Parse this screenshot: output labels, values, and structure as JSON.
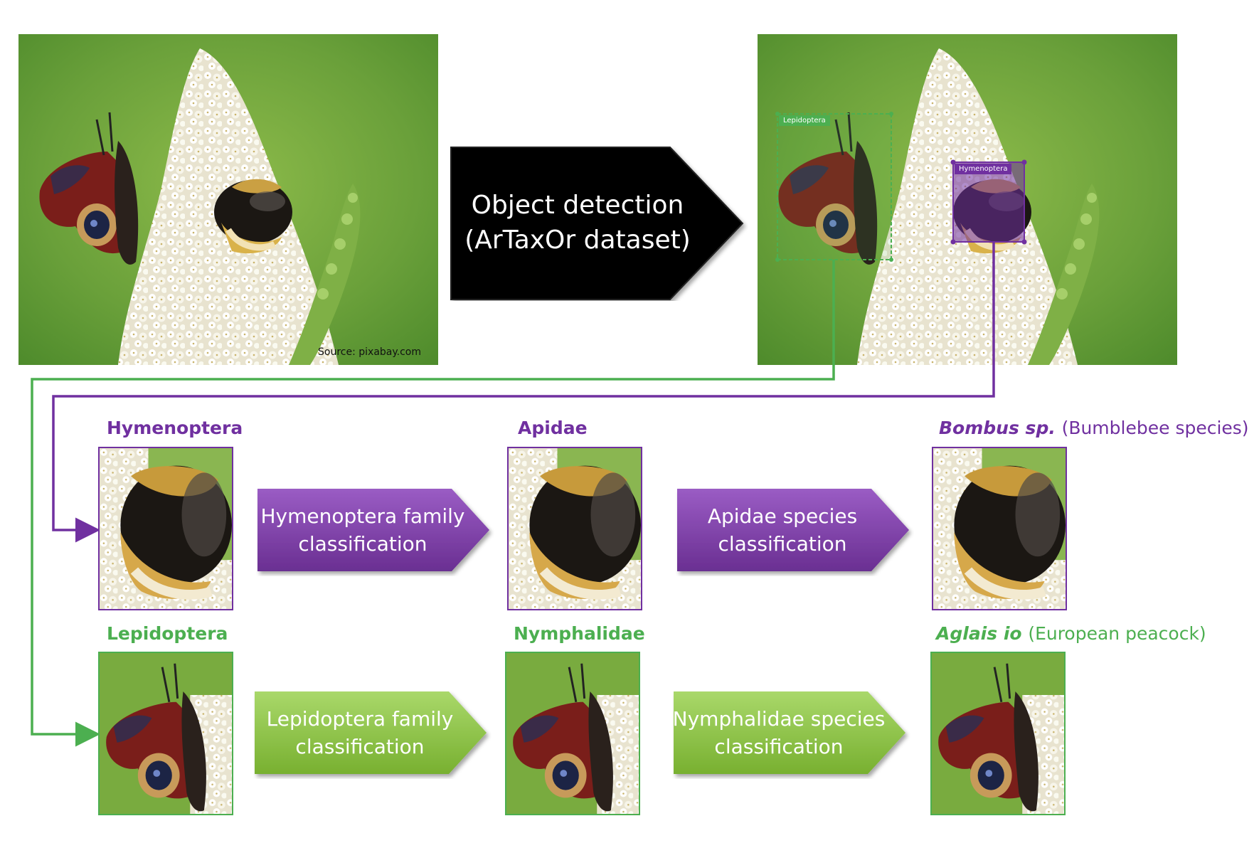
{
  "source_credit": "Source: pixabay.com",
  "detection_step": {
    "label": "Object detection\n(ArTaxOr dataset)"
  },
  "detections": [
    {
      "label": "Lepidoptera",
      "color": "#4caf50"
    },
    {
      "label": "Hymenoptera",
      "color": "#7030a0"
    }
  ],
  "colors": {
    "purple": "#7030a0",
    "green": "#4caf50",
    "purple_arrow": "#7b3fa0",
    "green_arrow": "#8dc63f"
  },
  "rows": [
    {
      "stages": [
        {
          "title": "Hymenoptera"
        },
        {
          "title": "Apidae"
        },
        {
          "title_italic": "Bombus sp.",
          "title_rest": "(Bumblebee species)"
        }
      ],
      "steps": [
        {
          "label": "Hymenoptera family\nclassification"
        },
        {
          "label": "Apidae species\nclassification"
        }
      ]
    },
    {
      "stages": [
        {
          "title": "Lepidoptera"
        },
        {
          "title": "Nymphalidae"
        },
        {
          "title_italic": "Aglais io",
          "title_rest": "(European peacock)"
        }
      ],
      "steps": [
        {
          "label": "Lepidoptera family\nclassification"
        },
        {
          "label": "Nymphalidae species\nclassification"
        }
      ]
    }
  ]
}
